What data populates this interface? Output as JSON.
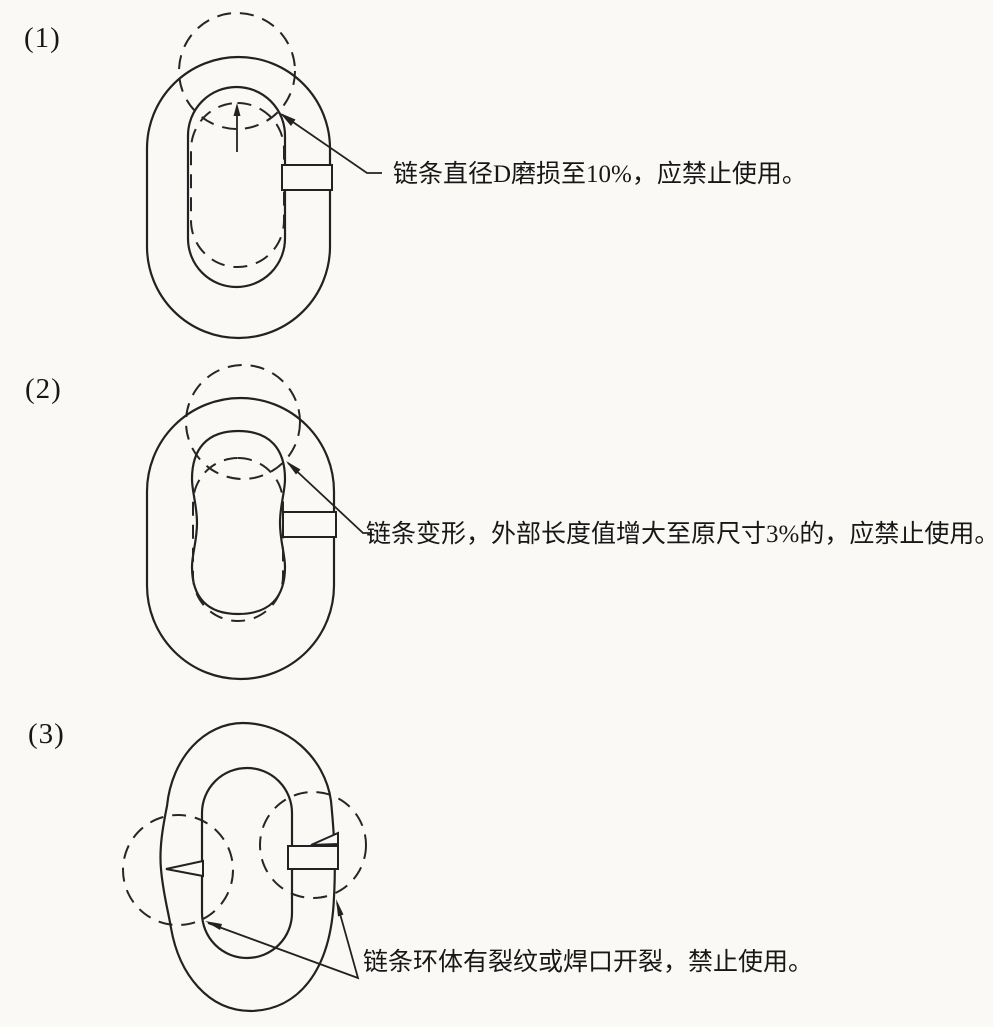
{
  "page": {
    "background_color": "#faf9f6",
    "ink_color": "#222222",
    "description_language": "zh-CN"
  },
  "figures": [
    {
      "index": "(1)",
      "caption": "链条直径D磨损至10%，应禁止使用。",
      "defect": "chain-diameter-wear"
    },
    {
      "index": "(2)",
      "caption": "链条变形，外部长度值增大至原尺寸3%的，应禁止使用。",
      "defect": "chain-deformation"
    },
    {
      "index": "(3)",
      "caption": "链条环体有裂纹或焊口开裂，禁止使用。",
      "defect": "chain-cracks-or-weld-split"
    }
  ]
}
